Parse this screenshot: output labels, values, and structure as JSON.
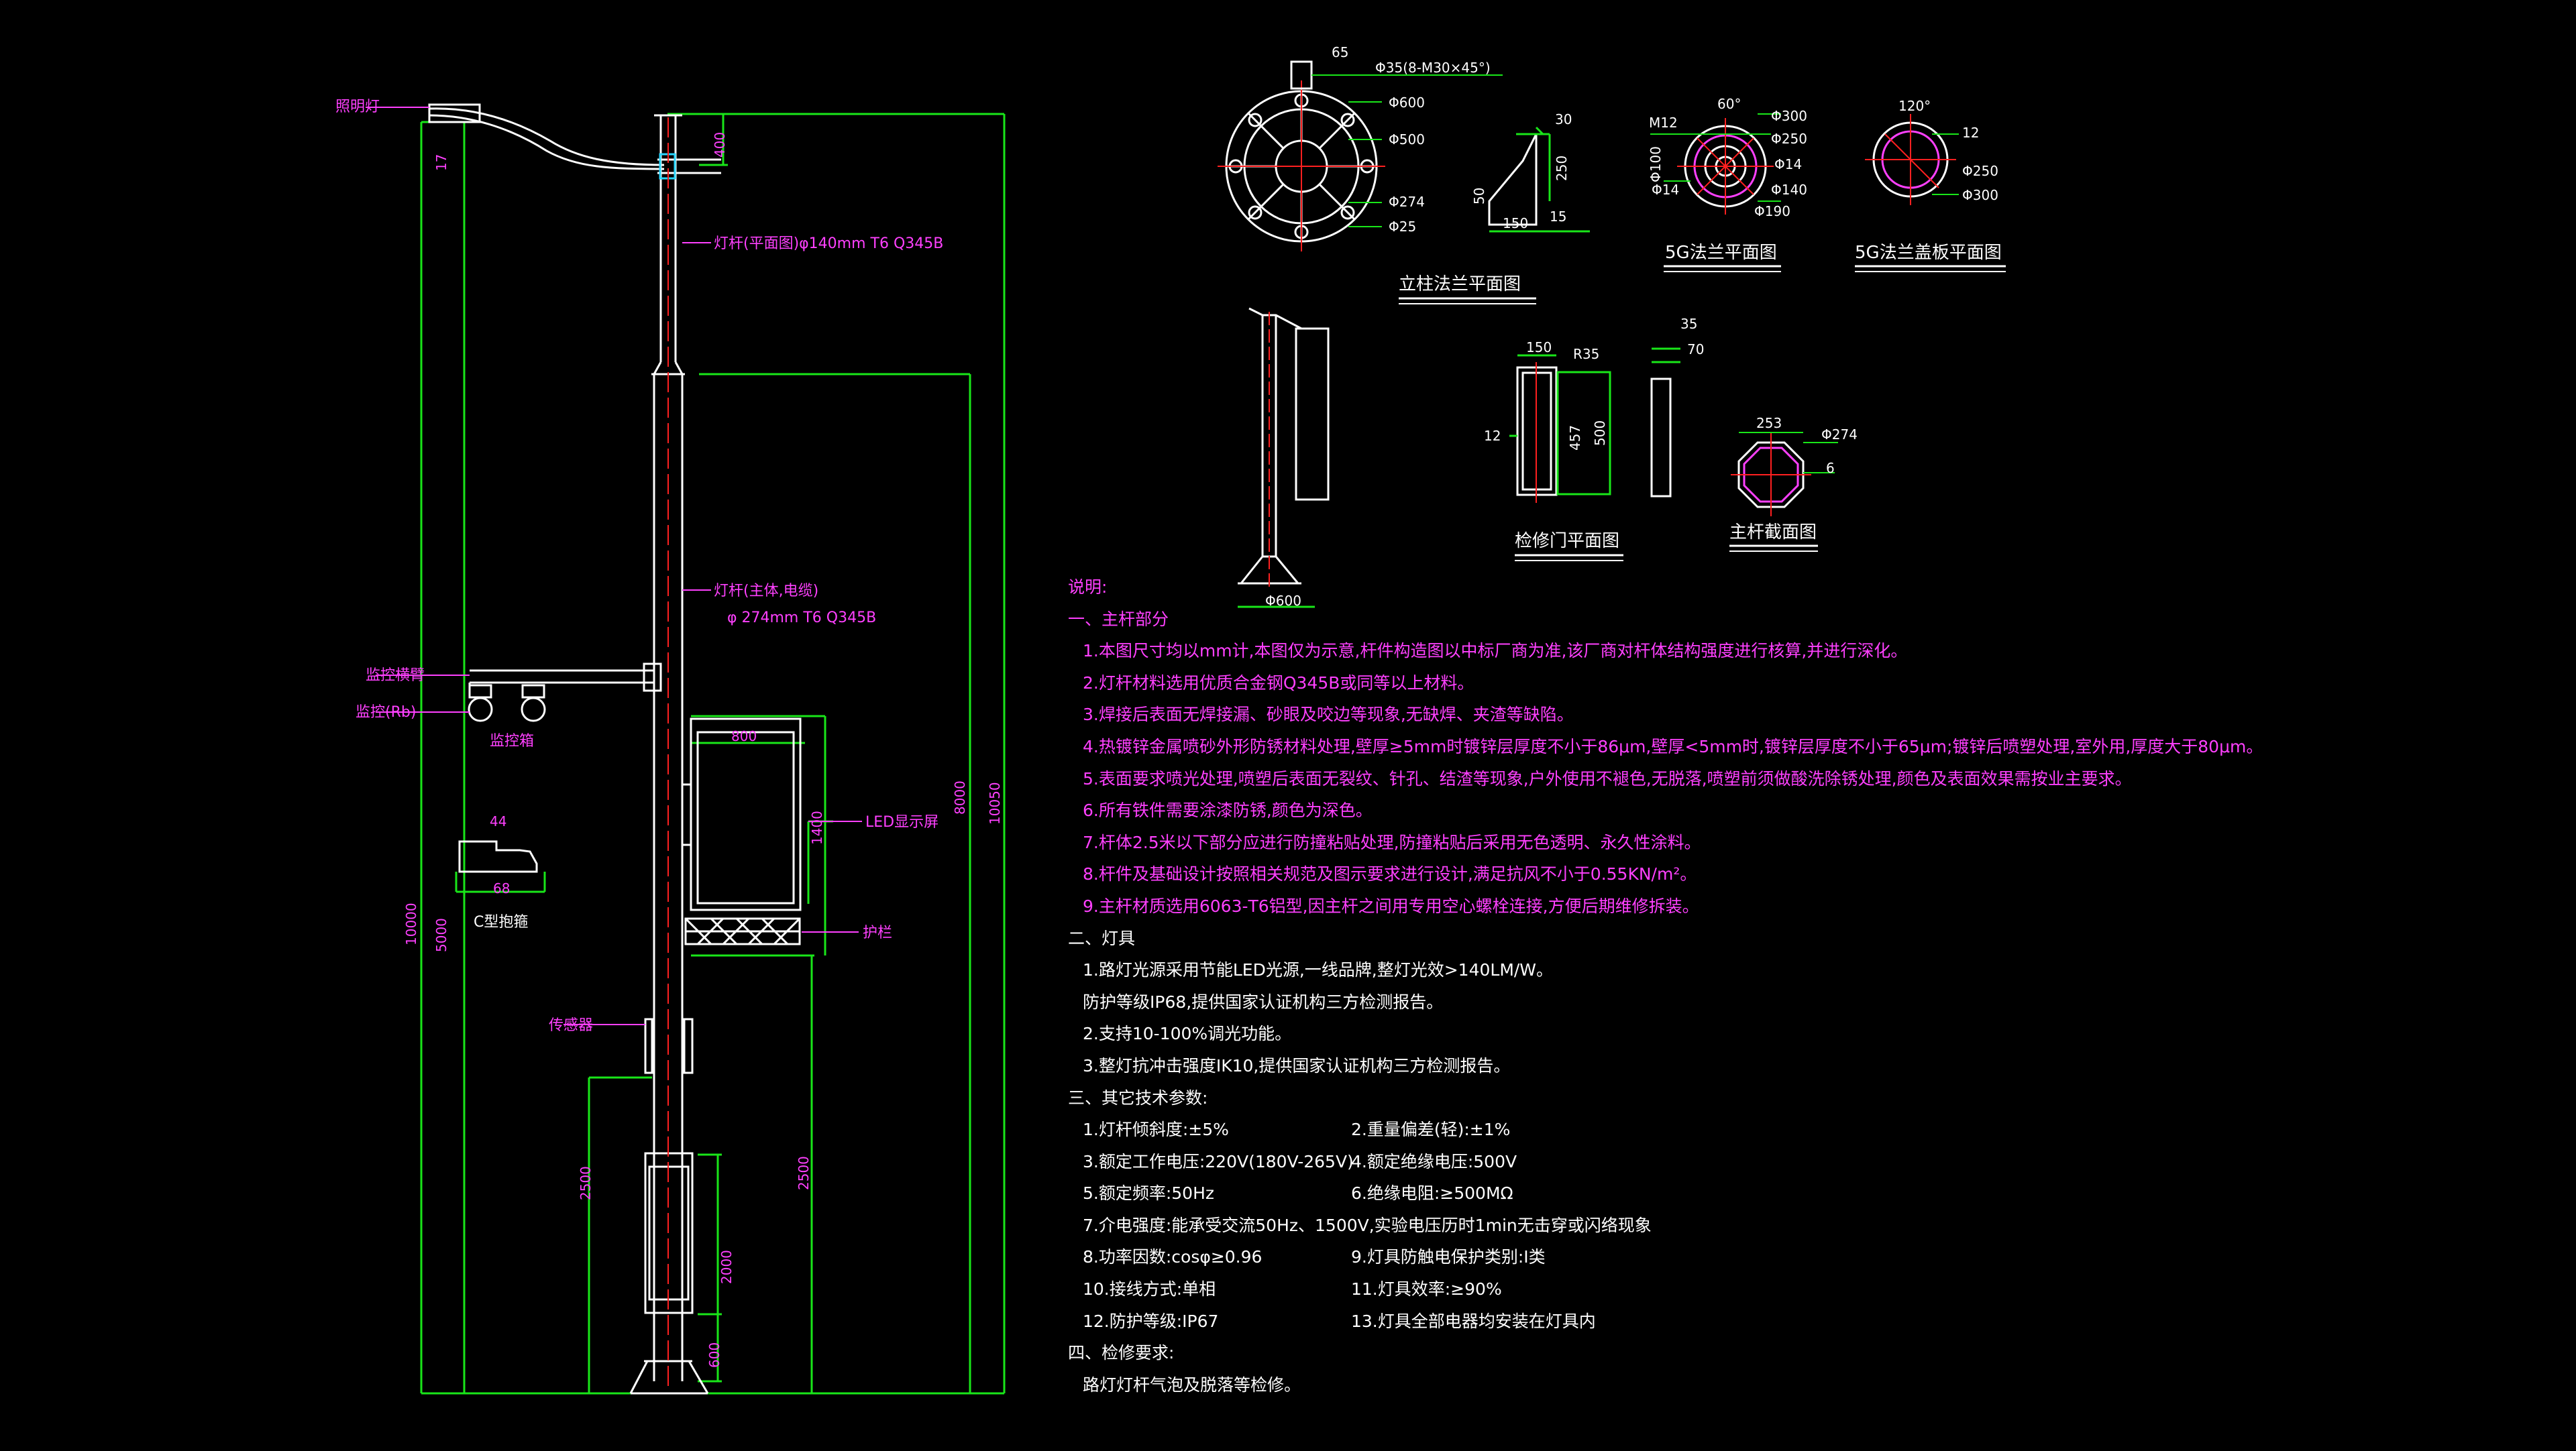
{
  "colors": {
    "green": "#19e619",
    "magenta": "#ff40ff",
    "white": "#ffffff",
    "red": "#ff2020",
    "cyan": "#29d6ff",
    "yellow": "#ffd400"
  },
  "elevation": {
    "lamp_label": "照明灯",
    "pole_upper": "灯杆(平面图)φ140mm T6 Q345B",
    "pole_lower_1": "灯杆(主体,电缆)",
    "pole_lower_2": "φ 274mm T6 Q345B",
    "camera_arm_label": "监控横臂",
    "camera_label": "监控(Rb)",
    "camera_box_label": "监控箱",
    "bracket_label": "C型抱箍",
    "screen_label": "LED显示屏",
    "guard_label": "护栏",
    "sensor_label": "传感器",
    "dims": {
      "d400": "400",
      "d8000": "8000",
      "d10050": "10050",
      "d10000": "10000",
      "d5000": "5000",
      "d2500a": "2500",
      "d2500b": "2500",
      "d2000": "2000",
      "d600": "600",
      "d800": "800",
      "d1400": "1400",
      "d44": "44",
      "d68": "68",
      "d17": "17"
    }
  },
  "details": {
    "flange_title": "立柱法兰平面图",
    "flange_dims": {
      "top": "Φ35(8-M30×45°)",
      "d600": "Φ600",
      "d500": "Φ500",
      "d274": "Φ274",
      "d25": "Φ25",
      "w65": "65"
    },
    "rib_dims": {
      "d30": "30",
      "d250": "250",
      "d50": "50",
      "d150": "150",
      "d15": "15"
    },
    "fiveg_flange_title": "5G法兰平面图",
    "fiveg_flange_dims": {
      "a60": "60°",
      "m12": "M12",
      "d300": "Φ300",
      "d250": "Φ250",
      "d14a": "Φ14",
      "d140": "Φ140",
      "d190": "Φ190",
      "d100": "Φ100",
      "d14b": "Φ14"
    },
    "fiveg_cover_title": "5G法兰盖板平面图",
    "fiveg_cover_dims": {
      "a120": "120°",
      "d12": "12",
      "d250": "Φ250",
      "d300": "Φ300"
    },
    "side_dims": {
      "base": "Φ600"
    },
    "door_title": "检修门平面图",
    "door_dims": {
      "d150": "150",
      "r35": "R35",
      "d12": "12",
      "d457": "457",
      "d500": "500",
      "d35": "35",
      "d70": "70"
    },
    "section_title": "主杆截面图",
    "section_dims": {
      "d253": "253",
      "d274": "Φ274",
      "d6": "6"
    }
  },
  "notes": {
    "heading": "说明:",
    "s1": "一、主杆部分",
    "s1_items": [
      "1.本图尺寸均以mm计,本图仅为示意,杆件构造图以中标厂商为准,该厂商对杆体结构强度进行核算,并进行深化。",
      "2.灯杆材料选用优质合金钢Q345B或同等以上材料。",
      "3.焊接后表面无焊接漏、砂眼及咬边等现象,无缺焊、夹渣等缺陷。",
      "4.热镀锌金属喷砂外形防锈材料处理,壁厚≥5mm时镀锌层厚度不小于86μm,壁厚<5mm时,镀锌层厚度不小于65μm;镀锌后喷塑处理,室外用,厚度大于80μm。",
      "5.表面要求喷光处理,喷塑后表面无裂纹、针孔、结渣等现象,户外使用不褪色,无脱落,喷塑前须做酸洗除锈处理,颜色及表面效果需按业主要求。",
      "6.所有铁件需要涂漆防锈,颜色为深色。",
      "7.杆体2.5米以下部分应进行防撞粘贴处理,防撞粘贴后采用无色透明、永久性涂料。",
      "8.杆件及基础设计按照相关规范及图示要求进行设计,满足抗风不小于0.55KN/m²。",
      "9.主杆材质选用6063-T6铝型,因主杆之间用专用空心螺栓连接,方便后期维修拆装。"
    ],
    "s2": "二、灯具",
    "s2_items": [
      "1.路灯光源采用节能LED光源,一线品牌,整灯光效>140LM/W。",
      "防护等级IP68,提供国家认证机构三方检测报告。",
      "2.支持10-100%调光功能。",
      "3.整灯抗冲击强度IK10,提供国家认证机构三方检测报告。"
    ],
    "s3": "三、其它技术参数:",
    "s3_pairs": [
      [
        "1.灯杆倾斜度:±5%",
        "2.重量偏差(轻):±1%"
      ],
      [
        "3.额定工作电压:220V(180V-265V)",
        "4.额定绝缘电压:500V"
      ],
      [
        "5.额定频率:50Hz",
        "6.绝缘电阻:≥500MΩ"
      ],
      [
        "7.介电强度:能承受交流50Hz、1500V,实验电压历时1min无击穿或闪络现象",
        ""
      ],
      [
        "8.功率因数:cosφ≥0.96",
        "9.灯具防触电保护类别:I类"
      ],
      [
        "10.接线方式:单相",
        "11.灯具效率:≥90%"
      ],
      [
        "12.防护等级:IP67",
        "13.灯具全部电器均安装在灯具内"
      ]
    ],
    "s4": "四、检修要求:",
    "s4_items": [
      "路灯灯杆气泡及脱落等检修。"
    ]
  }
}
